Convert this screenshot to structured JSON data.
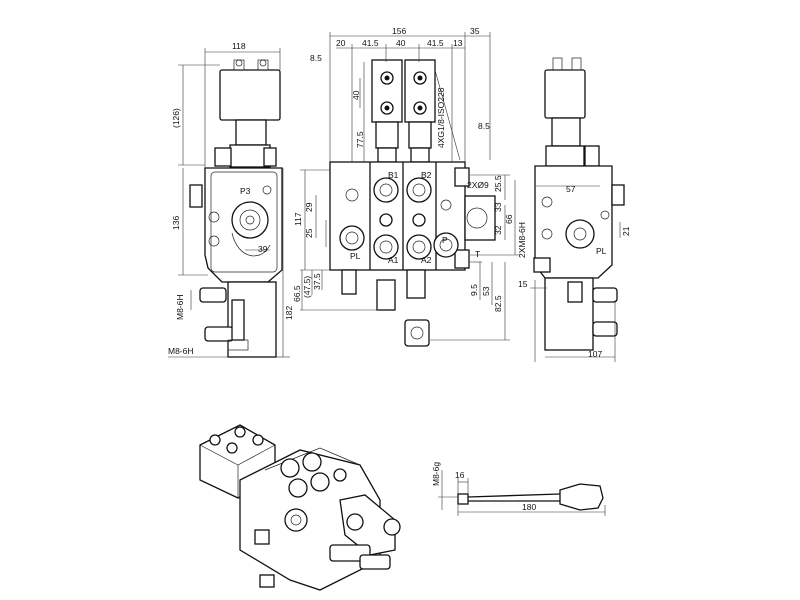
{
  "labels": {
    "d118": "118",
    "d126": "(126)",
    "d136": "136",
    "d39": "39",
    "p3": "P3",
    "m8_6h_a": "M8-6H",
    "m8_6h_b": "M8-6H",
    "d182": "182",
    "d156": "156",
    "d35": "35",
    "d20": "20",
    "d41_5a": "41.5",
    "d40a": "40",
    "d41_5b": "41.5",
    "d13": "13",
    "d8_5a": "8.5",
    "d40b": "40",
    "d77_5": "77.5",
    "port_thread": "4XG1/8-ISO228",
    "d8_5b": "8.5",
    "d117": "117",
    "d29": "29",
    "d25": "25",
    "d66_5": "66.5",
    "d47_5": "(47.5)",
    "d37_5": "37.5",
    "d2x9": "2XØ9",
    "d25_5": "25.5",
    "d33": "33",
    "d32": "32",
    "d66": "66",
    "d2xm8": "2XM8-6H",
    "d9_5": "9.5",
    "d53": "53",
    "d82_5": "82.5",
    "p": "P",
    "t": "T",
    "b1": "B1",
    "b2": "B2",
    "a1": "A1",
    "a2": "A2",
    "pl_left": "PL",
    "d57": "57",
    "d21": "21",
    "d15": "15",
    "d107": "107",
    "pl_right": "PL",
    "m8_6g": "M8-6g",
    "d16": "16",
    "d180": "180"
  }
}
